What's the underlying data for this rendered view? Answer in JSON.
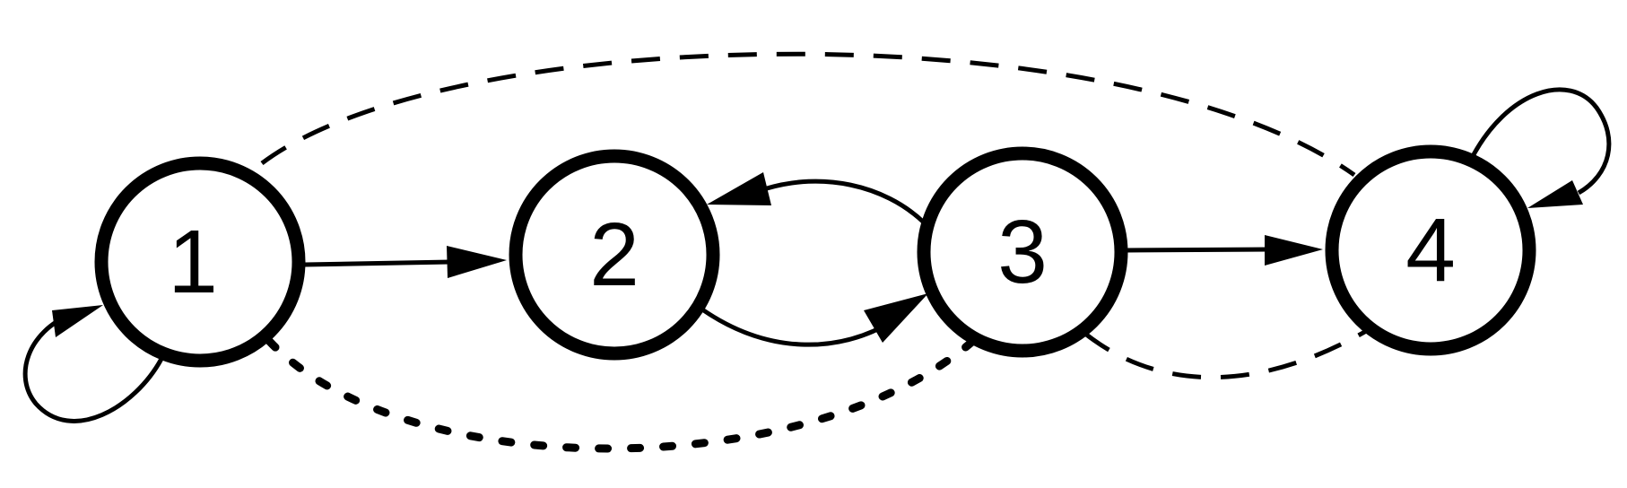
{
  "diagram": {
    "type": "directed-graph",
    "nodes": [
      {
        "id": "1",
        "label": "1"
      },
      {
        "id": "2",
        "label": "2"
      },
      {
        "id": "3",
        "label": "3"
      },
      {
        "id": "4",
        "label": "4"
      }
    ],
    "edges": [
      {
        "from": "1",
        "to": "1",
        "style": "solid"
      },
      {
        "from": "1",
        "to": "2",
        "style": "solid"
      },
      {
        "from": "2",
        "to": "3",
        "style": "solid"
      },
      {
        "from": "3",
        "to": "2",
        "style": "solid"
      },
      {
        "from": "3",
        "to": "4",
        "style": "solid"
      },
      {
        "from": "4",
        "to": "4",
        "style": "solid"
      },
      {
        "from": "1",
        "to": "4",
        "style": "dashed"
      },
      {
        "from": "3",
        "to": "4",
        "style": "dashed"
      },
      {
        "from": "1",
        "to": "3",
        "style": "dotted"
      }
    ],
    "colors": {
      "stroke": "#000000",
      "fill": "#ffffff"
    }
  }
}
